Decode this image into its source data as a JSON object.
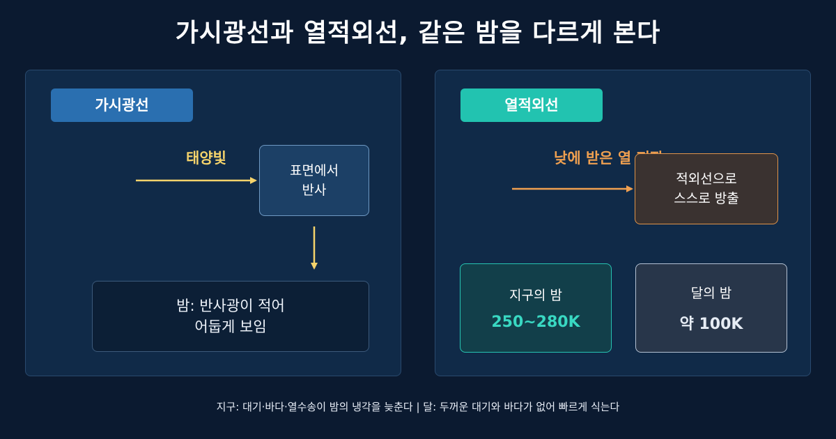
{
  "title": "가시광선과 열적외선, 같은 밤을 다르게 본다",
  "visible_panel": {
    "tag": "가시광선",
    "incoming_label": "태양빛",
    "reflect_box": {
      "line1": "표면에서",
      "line2": "반사"
    },
    "night_box": {
      "line1": "밤: 반사광이 적어",
      "line2": "어둡게 보임"
    }
  },
  "ir_panel": {
    "tag": "열적외선",
    "incoming_label": "낮에 받은 열 저장",
    "emit_box": {
      "line1": "적외선으로",
      "line2": "스스로 방출"
    },
    "earth": {
      "label": "지구의 밤",
      "value": "250~280K"
    },
    "moon": {
      "label": "달의 밤",
      "value": "약 100K"
    }
  },
  "footer": "지구: 대기·바다·열수송이 밤의 냉각을 늦춘다  |  달: 두꺼운 대기와 바다가 없어 빠르게 식는다",
  "colors": {
    "background": "#0b1a30",
    "visible_accent": "#2a6fb0",
    "ir_accent": "#22c3b0",
    "sun_arrow": "#f5d36b",
    "heat_arrow": "#f0a050"
  }
}
